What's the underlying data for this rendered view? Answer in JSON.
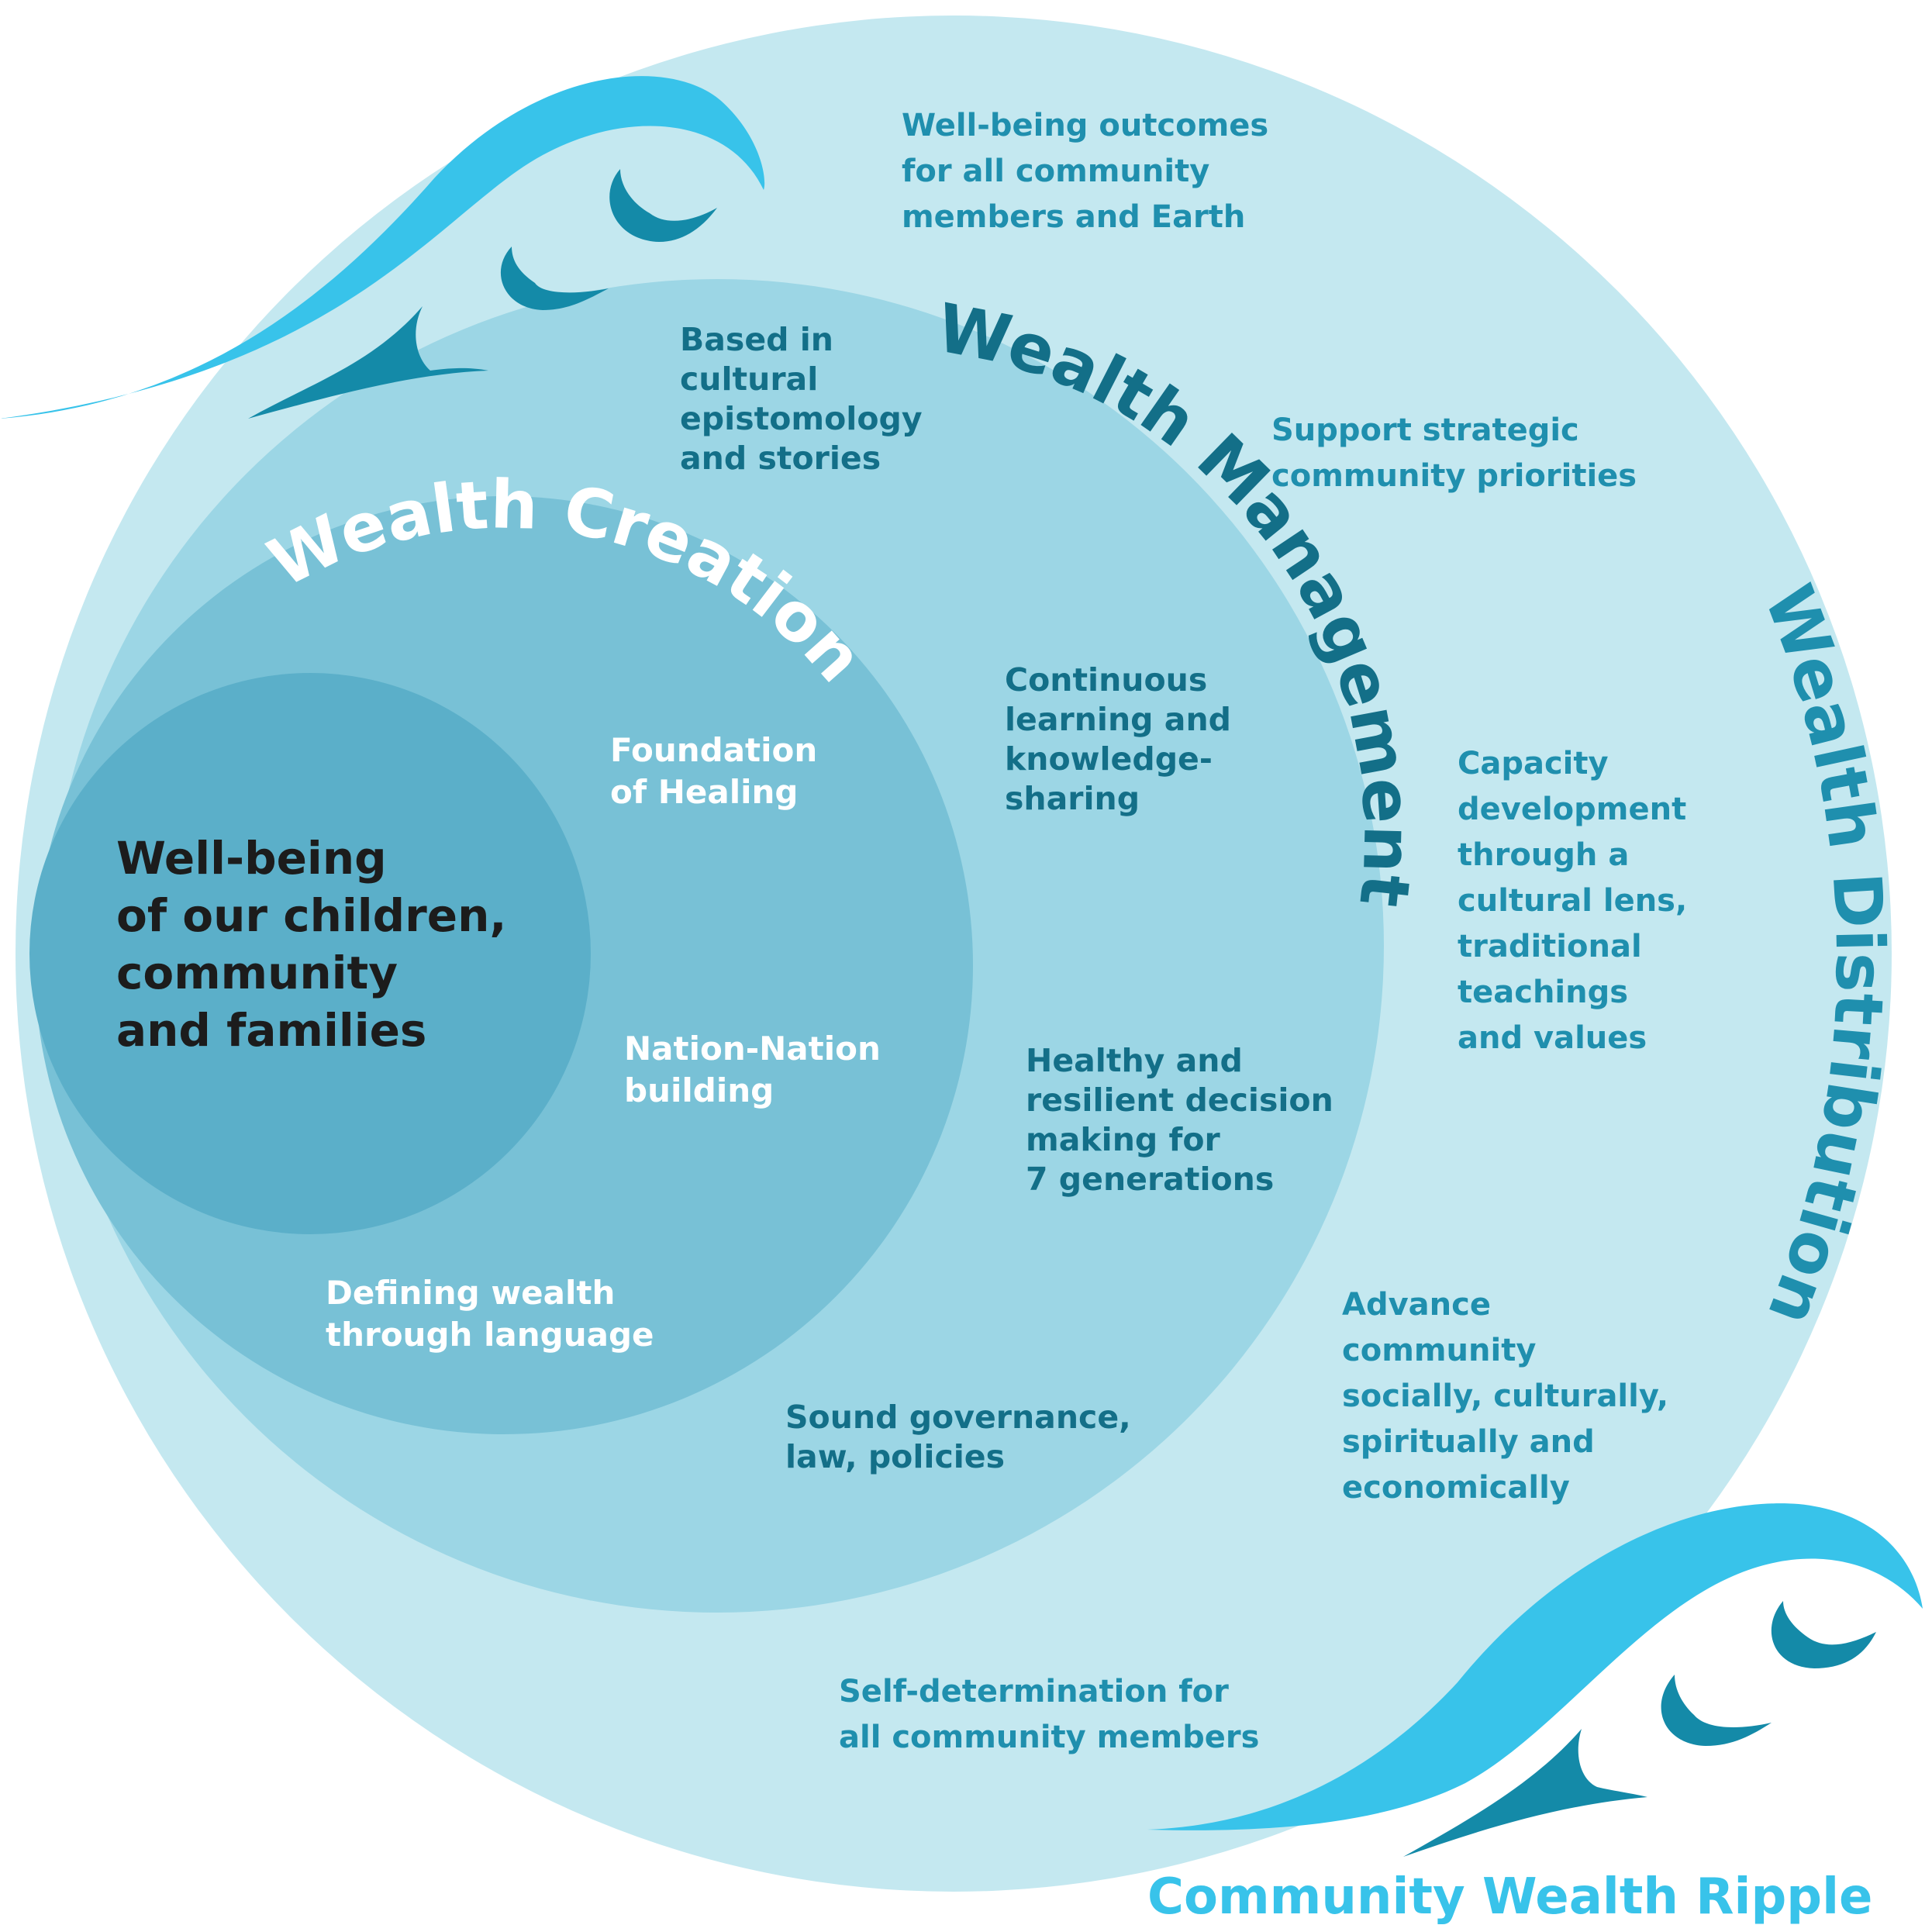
{
  "colors": {
    "ring_distribution": "#c4e8f0",
    "ring_management": "#9cd6e5",
    "ring_creation": "#78c1d6",
    "core": "#5bafc9",
    "wave_light": "#38c3ea",
    "wave_dark": "#148aa8",
    "text_distribution": "#1f8fae",
    "text_management": "#136f88",
    "text_creation": "#ffffff",
    "text_center": "#1c1c1c",
    "footer": "#38c3ea"
  },
  "rings": {
    "distribution": "Wealth Distribution",
    "management": "Wealth Management",
    "creation": "Wealth Creation"
  },
  "center": {
    "lines": [
      "Well-being",
      "of our children,",
      "community",
      "and families"
    ]
  },
  "creation_items": [
    {
      "lines": [
        "Foundation",
        "of Healing"
      ]
    },
    {
      "lines": [
        "Nation-Nation",
        "building"
      ]
    },
    {
      "lines": [
        "Defining wealth",
        "through language"
      ]
    }
  ],
  "management_items": [
    {
      "lines": [
        "Based in",
        "cultural",
        "epistomology",
        "and stories"
      ]
    },
    {
      "lines": [
        "Continuous",
        "learning and",
        "knowledge-",
        "sharing"
      ]
    },
    {
      "lines": [
        "Healthy and",
        "resilient decision",
        "making for",
        "7 generations"
      ]
    },
    {
      "lines": [
        "Sound governance,",
        "law, policies"
      ]
    }
  ],
  "distribution_items": [
    {
      "lines": [
        "Well-being outcomes",
        "for all community",
        "members and Earth"
      ]
    },
    {
      "lines": [
        "Support strategic",
        "community priorities"
      ]
    },
    {
      "lines": [
        "Capacity",
        "development",
        "through a",
        "cultural lens,",
        "traditional",
        "teachings",
        "and values"
      ]
    },
    {
      "lines": [
        "Advance",
        "community",
        "socially, culturally,",
        "spiritually and",
        "economically"
      ]
    },
    {
      "lines": [
        "Self-determination for",
        "all community members"
      ]
    }
  ],
  "footer": {
    "title": "Community Wealth Ripple"
  }
}
